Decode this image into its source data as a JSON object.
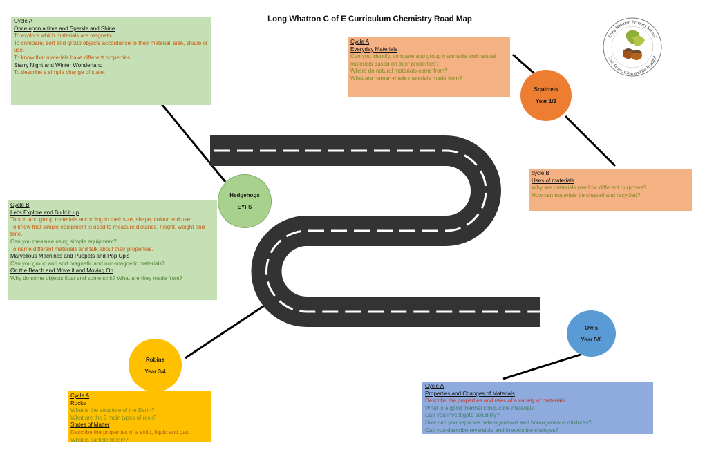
{
  "title": "Long Whatton C of E Curriculum Chemistry Road Map",
  "logo": {
    "icon": "acorn-school-logo-icon",
    "top_text": "Long Whatton Primary School",
    "bottom_text": "Live, Learn, Grow and Be Thankful"
  },
  "groups": {
    "hedgehogs": {
      "name": "Hedgehogs",
      "year": "EYFS",
      "color": "#a9d18e"
    },
    "squirrels": {
      "name": "Squirrels",
      "year": "Year 1/2",
      "color": "#ed7d31"
    },
    "robins": {
      "name": "Robins",
      "year": "Year 3/4",
      "color": "#ffc000"
    },
    "owls": {
      "name": "Owls",
      "year": "Year 5/6",
      "color": "#5b9bd5"
    }
  },
  "boxes": {
    "eyfs_a": {
      "lines": [
        {
          "text": "Cycle A",
          "style": "hd"
        },
        {
          "text": "Once upon a time and Sparkle and Shine",
          "style": "hd"
        },
        {
          "text": "To explore which materials are magnetic.",
          "style": "c-orange"
        },
        {
          "text": "To compare, sort and group objects accordance to their material, size, shape or use.",
          "style": "c-orange"
        },
        {
          "text": "To know that materials have different properties.",
          "style": "c-orange"
        },
        {
          "text": "Starry Night and Winter Wonderland",
          "style": "hd"
        },
        {
          "text": "To describe a simple change of state.",
          "style": "c-orange"
        }
      ]
    },
    "eyfs_b": {
      "lines": [
        {
          "text": "Cycle B",
          "style": "hd"
        },
        {
          "text": "Let’s Explore and Build it up",
          "style": "hd"
        },
        {
          "text": "To sort and group materials according to their size, shape, colour and use.",
          "style": "c-orange"
        },
        {
          "text": "To know that simple equipment is used to measure distance, height, weight and time.",
          "style": "c-orange"
        },
        {
          "text": "Can you measure using simple equipment?",
          "style": "c-green"
        },
        {
          "text": "To name different materials and talk about their properties.",
          "style": "c-orange"
        },
        {
          "text": "Marvellous Machines and Puppets and Pop Up’s",
          "style": "hd"
        },
        {
          "text": "Can you group and sort magnetic and non-magnetic materials?",
          "style": "c-green"
        },
        {
          "text": "On the Beach and Move it and Moving On",
          "style": "hd"
        },
        {
          "text": "Why do some objects float and some sink? What are they made from?",
          "style": "c-green"
        }
      ]
    },
    "y12_a": {
      "lines": [
        {
          "text": "Cycle A",
          "style": "hd"
        },
        {
          "text": "Everyday Materials",
          "style": "hd"
        },
        {
          "text": "Can you identify, compare and group manmade and natural materials based on their properties?",
          "style": "c-olive"
        },
        {
          "text": "Where do natural materials come from?",
          "style": "c-olive"
        },
        {
          "text": "What are human-made materials made from?",
          "style": "c-olive"
        }
      ]
    },
    "y12_b": {
      "lines": [
        {
          "text": "cycle B",
          "style": "hd"
        },
        {
          "text": "Uses of materials",
          "style": "hd"
        },
        {
          "text": "Why are materials used for different purposes?",
          "style": "c-olive"
        },
        {
          "text": "How can materials be shaped and recycled?",
          "style": "c-olive"
        }
      ]
    },
    "y34_a": {
      "lines": [
        {
          "text": "Cycle A",
          "style": "hd"
        },
        {
          "text": "Rocks",
          "style": "hd"
        },
        {
          "text": "What is the structure of the Earth?",
          "style": "c-olive"
        },
        {
          "text": "What are the 3 main types of rock?",
          "style": "c-olive"
        },
        {
          "text": "States of Matter",
          "style": "hd"
        },
        {
          "text": "Describe the properties of a solid, liquid and gas.",
          "style": "c-brown"
        },
        {
          "text": "What is particle theory?",
          "style": "c-olive"
        }
      ]
    },
    "y56_a": {
      "lines": [
        {
          "text": "Cycle A",
          "style": "hd"
        },
        {
          "text": "Properties and Changes of Materials",
          "style": "hd"
        },
        {
          "text": "Describe the properties and uses of a variety of materials.",
          "style": "c-red"
        },
        {
          "text": "What is a good thermal conductive material?",
          "style": "c-teal"
        },
        {
          "text": "Can you investigate solubility?",
          "style": "c-teal"
        },
        {
          "text": "How can you separate heterogeneous and homogeneous mixtures?",
          "style": "c-teal"
        },
        {
          "text": "Can you describe reversible and irreversible changes?",
          "style": "c-teal"
        }
      ]
    }
  },
  "colors": {
    "road": "#333333",
    "road_marking": "#ffffff",
    "connector": "#000000"
  }
}
